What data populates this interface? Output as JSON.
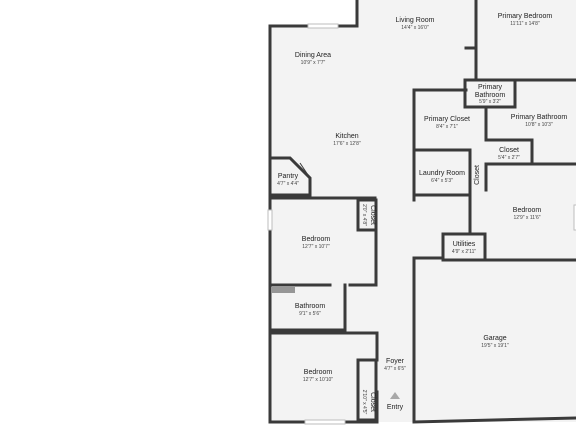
{
  "colors": {
    "floor": "#f3f3f3",
    "wall": "#3a3a3a",
    "text": "#1e1e1e",
    "background": "#ffffff"
  },
  "rooms": {
    "living_room": {
      "name": "Living Room",
      "dim": "14'4\" x 16'0\""
    },
    "primary_bedroom": {
      "name": "Primary Bedroom",
      "dim": "11'11\" x 14'8\""
    },
    "dining_area": {
      "name": "Dining Area",
      "dim": "10'9\" x 7'7\""
    },
    "primary_bathroom_small": {
      "name": "Primary Bathroom",
      "dim": "5'9\" x 3'2\""
    },
    "primary_closet": {
      "name": "Primary Closet",
      "dim": "8'4\" x 7'1\""
    },
    "primary_bathroom": {
      "name": "Primary Bathroom",
      "dim": "10'8\" x 10'3\""
    },
    "kitchen": {
      "name": "Kitchen",
      "dim": "17'6\" x 12'8\""
    },
    "closet_upper": {
      "name": "Closet",
      "dim": "5'4\" x 2'7\""
    },
    "laundry_room": {
      "name": "Laundry Room",
      "dim": "6'4\" x 5'3\""
    },
    "closet_laundry": {
      "name": "Closet"
    },
    "pantry": {
      "name": "Pantry",
      "dim": "4'7\" x 4'4\""
    },
    "bedroom_right": {
      "name": "Bedroom",
      "dim": "12'9\" x 11'6\""
    },
    "closet_bed1": {
      "name": "Closet",
      "dim": "2'0\" x 4'8\""
    },
    "bedroom_1": {
      "name": "Bedroom",
      "dim": "12'7\" x 10'7\""
    },
    "utilities": {
      "name": "Utilities",
      "dim": "4'9\" x 2'11\""
    },
    "bathroom": {
      "name": "Bathroom",
      "dim": "9'1\" x 5'6\""
    },
    "garage": {
      "name": "Garage",
      "dim": "19'5\" x 19'1\""
    },
    "foyer": {
      "name": "Foyer",
      "dim": "4'7\" x 6'5\""
    },
    "bedroom_2": {
      "name": "Bedroom",
      "dim": "12'7\" x 10'10\""
    },
    "closet_bed2": {
      "name": "Closet",
      "dim": "2'10\" x 4'5\""
    },
    "entry": {
      "name": "Entry"
    }
  }
}
